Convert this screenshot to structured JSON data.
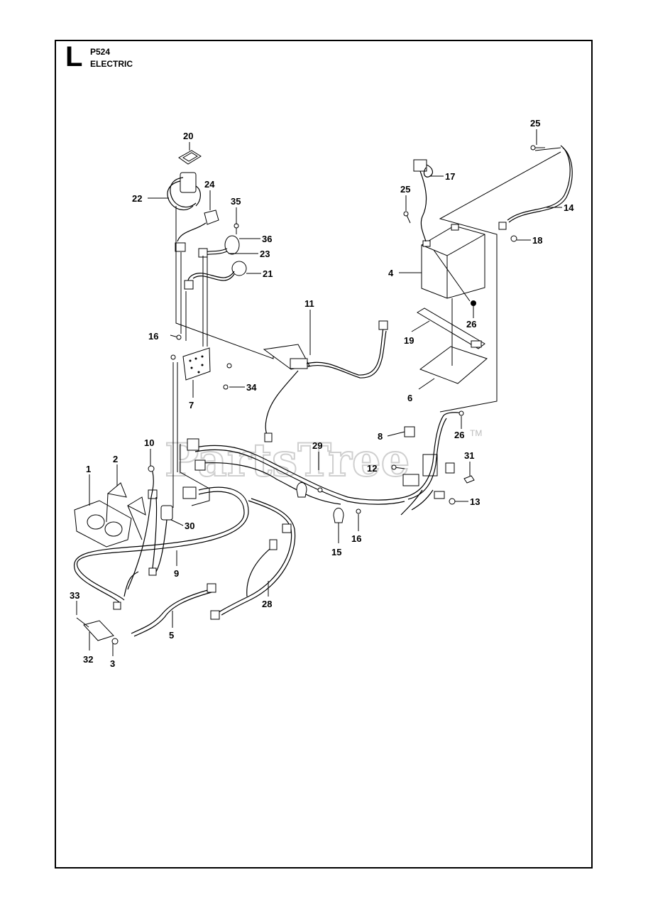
{
  "header": {
    "section_letter": "L",
    "model": "P524",
    "title": "ELECTRIC"
  },
  "watermark": {
    "text": "PartsTree",
    "tm": "TM"
  },
  "callouts": {
    "c1": "1",
    "c2": "2",
    "c3": "3",
    "c4": "4",
    "c5": "5",
    "c6": "6",
    "c7": "7",
    "c8": "8",
    "c9": "9",
    "c10": "10",
    "c11": "11",
    "c12": "12",
    "c13": "13",
    "c14": "14",
    "c15": "15",
    "c16a": "16",
    "c16b": "16",
    "c17": "17",
    "c18": "18",
    "c19": "19",
    "c20": "20",
    "c21": "21",
    "c22": "22",
    "c23": "23",
    "c24": "24",
    "c25a": "25",
    "c25b": "25",
    "c26a": "26",
    "c26b": "26",
    "c28": "28",
    "c29": "29",
    "c30": "30",
    "c31": "31",
    "c32": "32",
    "c33": "33",
    "c34": "34",
    "c35": "35",
    "c36": "36"
  },
  "colors": {
    "line": "#000000",
    "watermark": "#cfcfcf"
  }
}
